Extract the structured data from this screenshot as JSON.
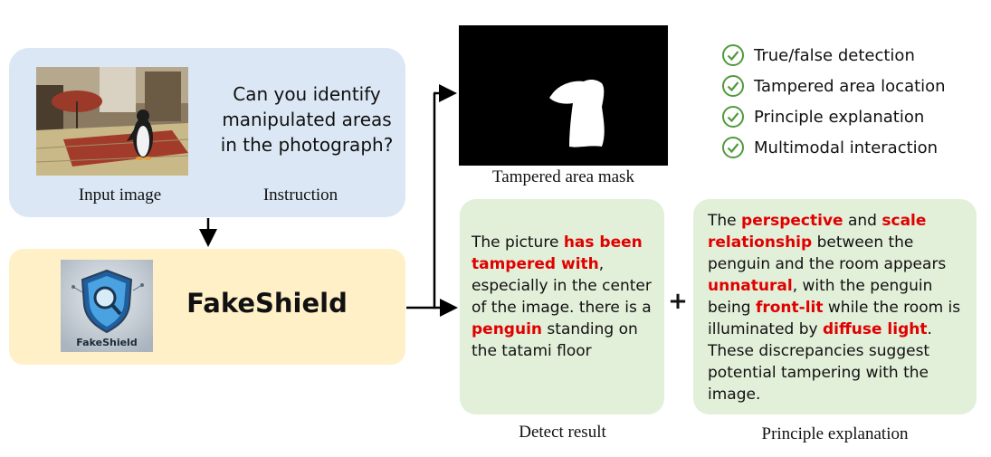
{
  "input_panel": {
    "question": "Can you identify manipulated areas in the photograph?",
    "input_image_caption": "Input image",
    "instruction_caption": "Instruction"
  },
  "model": {
    "name": "FakeShield",
    "logo_text": "FakeShield"
  },
  "mask": {
    "caption": "Tampered area mask"
  },
  "capabilities": [
    "True/false detection",
    "Tampered area location",
    "Principle explanation",
    "Multimodal interaction"
  ],
  "detect": {
    "t1": "The picture ",
    "h1": "has been tampered with",
    "t2": ", especially in the center of the image. there is a ",
    "h2": "penguin",
    "t3": " standing on the tatami floor",
    "caption": "Detect result"
  },
  "plus_symbol": "+",
  "principle": {
    "t1": "The ",
    "h1": "perspective",
    "t2": " and ",
    "h2": "scale relationship",
    "t3": " between the penguin and the room appears ",
    "h3": "unnatural",
    "t4": ", with the penguin being ",
    "h4": "front-lit",
    "t5": " while the room is illuminated by ",
    "h5": "diffuse light",
    "t6": ". These discrepancies suggest potential tampering with the image.",
    "caption": "Principle explanation"
  },
  "colors": {
    "highlight": "#e00000",
    "check_green": "#4f9a3c",
    "input_panel_bg": "#dbe7f4",
    "model_panel_bg": "#fff0c8",
    "result_card_bg": "#e2efd9"
  }
}
